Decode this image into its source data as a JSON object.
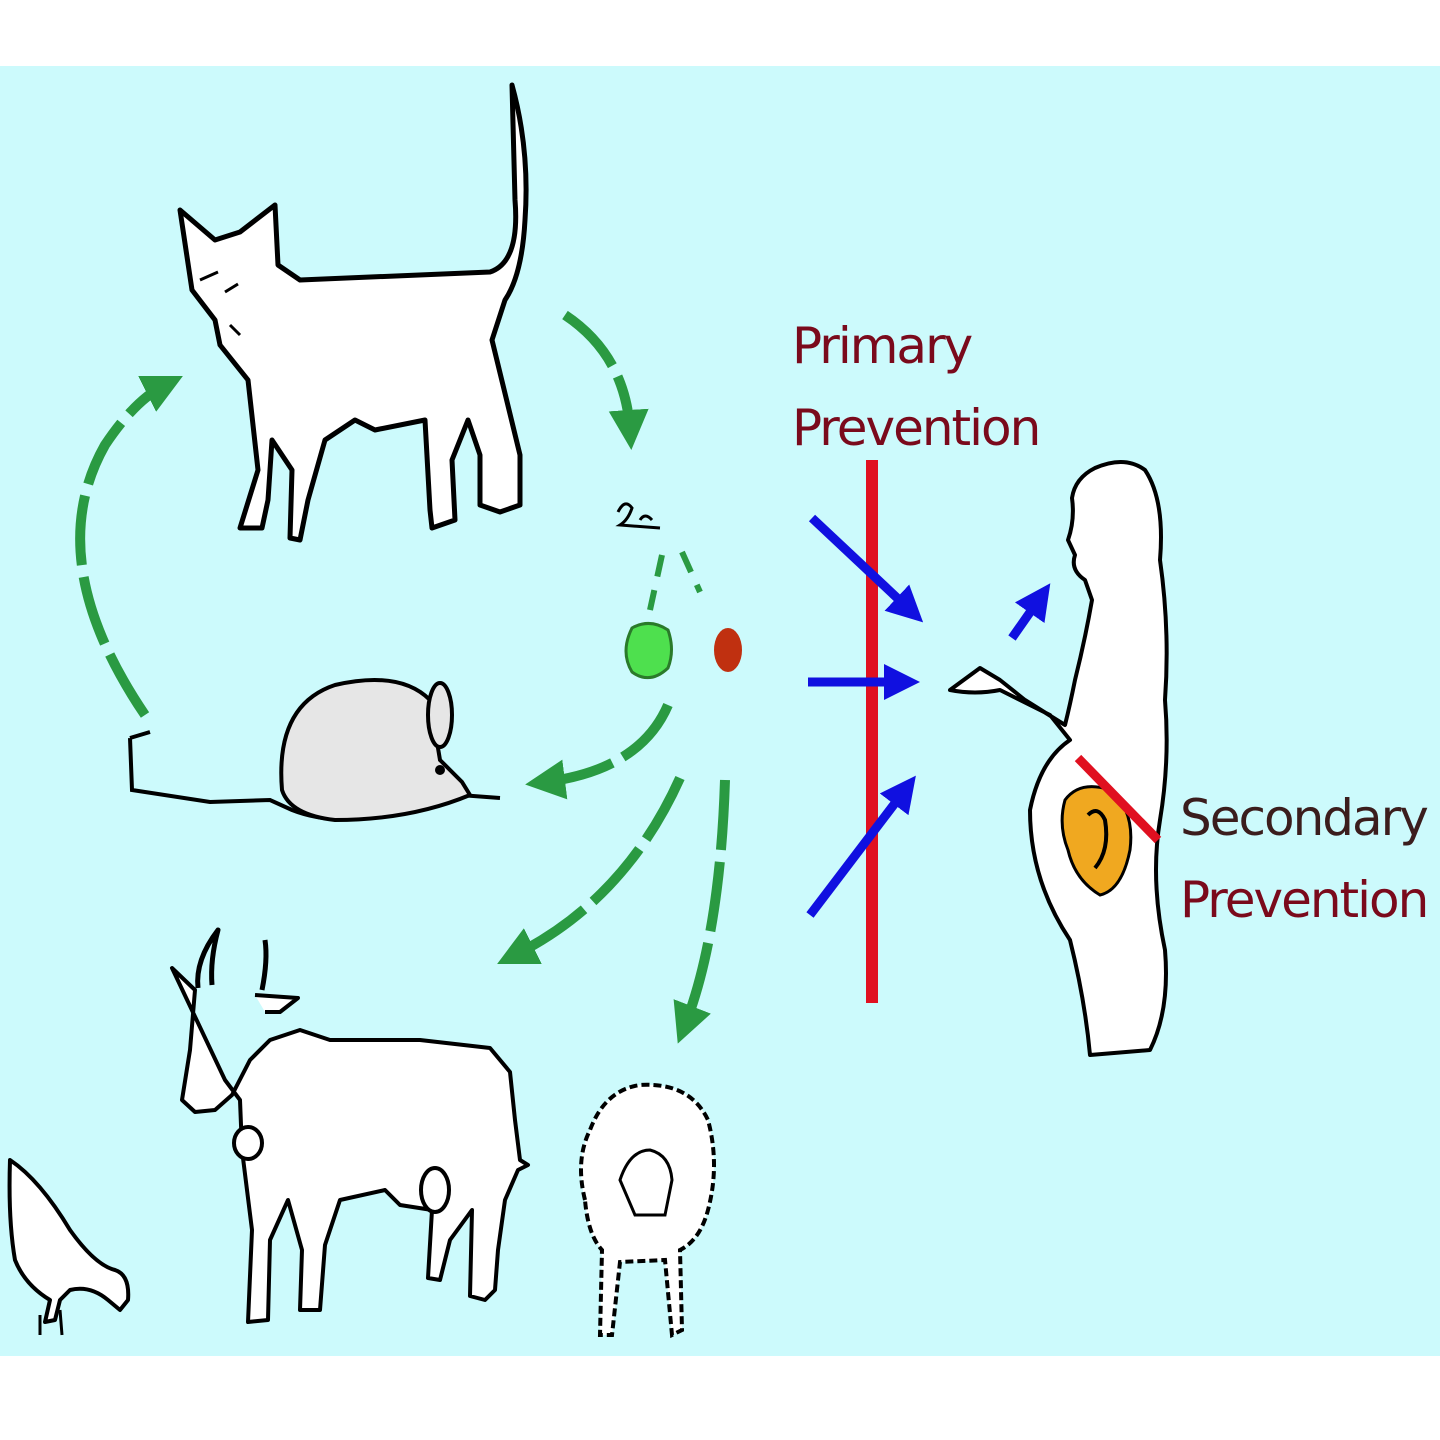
{
  "labels": {
    "primary_line1": "Primary",
    "primary_line2": "Prevention",
    "secondary_line1": "Secondary",
    "secondary_line2": "Prevention"
  },
  "colors": {
    "background": "#ccfafc",
    "cycle_arrow": "#2a9a42",
    "exposure_arrow": "#1010e0",
    "barrier": "#e01020",
    "animal_fill": "#ffffff",
    "mouse_fill": "#e6e6e6",
    "fetus": "#f0a820",
    "oocyst_green": "#4ee04e",
    "tissue_cyst_red": "#c03010"
  },
  "icons": [
    "cat-icon",
    "mouse-icon",
    "cow-icon",
    "sheep-icon",
    "chicken-icon",
    "pregnant-woman-icon",
    "fetus-icon",
    "oocyst-icon",
    "tissue-cyst-icon",
    "feces-icon"
  ]
}
